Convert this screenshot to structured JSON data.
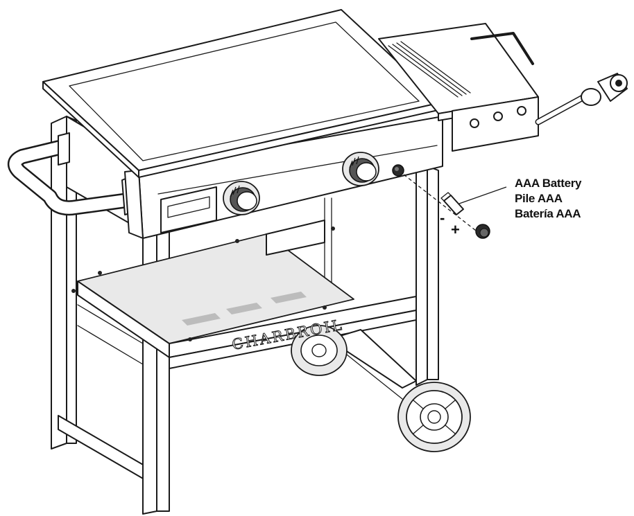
{
  "labels": {
    "battery_en": "AAA Battery",
    "battery_fr": "Pile AAA",
    "battery_es": "Batería AAA",
    "polarity_negative": "-",
    "polarity_positive": "+"
  },
  "brand": {
    "logo_text": "CHARBROIL"
  }
}
